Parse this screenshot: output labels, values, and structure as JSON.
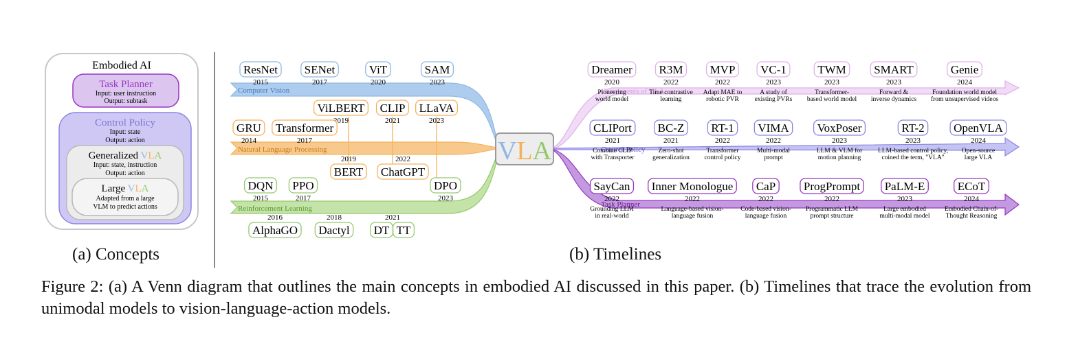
{
  "concepts": {
    "title": "Embodied AI",
    "task_planner": {
      "title": "Task Planner",
      "line1": "Input: user instruction",
      "line2": "Output: subtask"
    },
    "control_policy": {
      "title": "Control Policy",
      "line1": "Input: state",
      "line2": "Output: action"
    },
    "generalized": {
      "prefix": "Generalized ",
      "line1": "Input: state, instruction",
      "line2": "Output: action"
    },
    "large": {
      "prefix": "Large ",
      "line1": "Adapted from a large",
      "line2": "VLM to predict actions"
    },
    "vla": {
      "v": "V",
      "l": "L",
      "a": "A"
    }
  },
  "subcaption_a": "(a) Concepts",
  "subcaption_b": "(b) Timelines",
  "caption": "Figure 2: (a) A Venn diagram that outlines the main concepts in embodied AI discussed in this paper. (b) Timelines that trace the evolution from unimodal models to vision-language-action models.",
  "colors": {
    "cv": "#8fb7e3",
    "nlp": "#f5b15a",
    "rl": "#93c96a",
    "components": "#e0b0ea",
    "control": "#8a86e0",
    "task": "#9a35c0",
    "planner_fill": "#dcc6f0",
    "policy_fill": "#cfc8f5",
    "gray_fill": "#ececec",
    "vla_v": "#8fb7e3",
    "vla_l": "#f5b15a",
    "vla_a": "#93c96a"
  },
  "center": {
    "v": "V",
    "l": "L",
    "a": "A"
  },
  "left_timelines": {
    "cv": {
      "label": "Computer Vision",
      "above": [
        {
          "name": "ResNet",
          "year": "2015"
        },
        {
          "name": "SENet",
          "year": "2017"
        },
        {
          "name": "ViT",
          "year": "2020"
        },
        {
          "name": "SAM",
          "year": "2023"
        }
      ]
    },
    "nlp": {
      "label": "Natural Language Processing",
      "above_high": [
        {
          "name": "ViLBERT",
          "year": "2019"
        },
        {
          "name": "CLIP",
          "year": "2021"
        },
        {
          "name": "LLaVA",
          "year": "2023"
        }
      ],
      "above": [
        {
          "name": "GRU",
          "year": "2014"
        },
        {
          "name": "Transformer",
          "year": "2017"
        }
      ],
      "below": [
        {
          "name": "BERT",
          "year": "2019"
        },
        {
          "name": "ChatGPT",
          "year": "2022"
        }
      ]
    },
    "rl": {
      "label": "Reinforcement Learning",
      "above": [
        {
          "name": "DQN",
          "year": "2015"
        },
        {
          "name": "PPO",
          "year": "2017"
        },
        {
          "name": "DPO",
          "year": "2023"
        }
      ],
      "below": [
        {
          "name": "AlphaGO",
          "year": "2016"
        },
        {
          "name": "Dactyl",
          "year": "2018"
        },
        {
          "name": "DT",
          "year": "2021"
        },
        {
          "name": "TT",
          "year": ""
        }
      ]
    }
  },
  "right_timelines": {
    "components": {
      "label": "Components of VLA",
      "items": [
        {
          "name": "Dreamer",
          "year": "2020",
          "d1": "Pioneering",
          "d2": "world model"
        },
        {
          "name": "R3M",
          "year": "2022",
          "d1": "Time contrastive",
          "d2": "learning"
        },
        {
          "name": "MVP",
          "year": "2022",
          "d1": "Adapt MAE to",
          "d2": "robotic PVR"
        },
        {
          "name": "VC-1",
          "year": "2023",
          "d1": "A study of",
          "d2": "existing PVRs"
        },
        {
          "name": "TWM",
          "year": "2023",
          "d1": "Transformer-",
          "d2": "based world model"
        },
        {
          "name": "SMART",
          "year": "2023",
          "d1": "Forward &",
          "d2": "inverse dynamics"
        },
        {
          "name": "Genie",
          "year": "2024",
          "d1": "Foundation world model",
          "d2": "from unsupervised videos"
        }
      ]
    },
    "control": {
      "label": "Control Policy",
      "items": [
        {
          "name": "CLIPort",
          "year": "2021",
          "d1": "Combine CLIP",
          "d2": "with Transporter"
        },
        {
          "name": "BC-Z",
          "year": "2021",
          "d1": "Zero-shot",
          "d2": "generalization"
        },
        {
          "name": "RT-1",
          "year": "2022",
          "d1": "Transformer",
          "d2": "control policy"
        },
        {
          "name": "VIMA",
          "year": "2022",
          "d1": "Multi-modal",
          "d2": "prompt"
        },
        {
          "name": "VoxPoser",
          "year": "2023",
          "d1": "LLM & VLM for",
          "d2": "motion planning"
        },
        {
          "name": "RT-2",
          "year": "2023",
          "d1": "LLM-based control policy,",
          "d2": "coined the term, \"VLA\""
        },
        {
          "name": "OpenVLA",
          "year": "2024",
          "d1": "Open-source",
          "d2": "large VLA"
        }
      ]
    },
    "task": {
      "label": "Task Planner",
      "items": [
        {
          "name": "SayCan",
          "year": "2022",
          "d1": "Grounding LLM",
          "d2": "in real-world"
        },
        {
          "name": "Inner Monologue",
          "year": "2022",
          "d1": "Language-based vision-",
          "d2": "language fusion"
        },
        {
          "name": "CaP",
          "year": "2022",
          "d1": "Code-based vision-",
          "d2": "language fusion"
        },
        {
          "name": "ProgPrompt",
          "year": "2022",
          "d1": "Programmatic LLM",
          "d2": "prompt structure"
        },
        {
          "name": "PaLM-E",
          "year": "2023",
          "d1": "Large embodied",
          "d2": "multi-modal model"
        },
        {
          "name": "ECoT",
          "year": "2024",
          "d1": "Embodied Chain-of-",
          "d2": "Thought Reasoning"
        }
      ]
    }
  }
}
